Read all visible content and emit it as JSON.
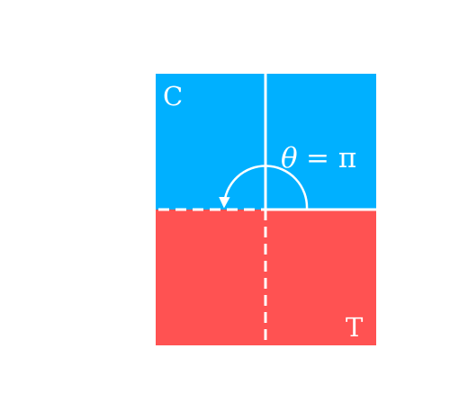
{
  "labels": {
    "top_region": "C",
    "bottom_region": "T",
    "angle_symbol": "θ",
    "angle_equals": "= π"
  },
  "colors": {
    "top_region": "#00B0FF",
    "bottom_region": "#FF5252",
    "lines": "#FFFFFF",
    "background": "#FFFFFF"
  }
}
